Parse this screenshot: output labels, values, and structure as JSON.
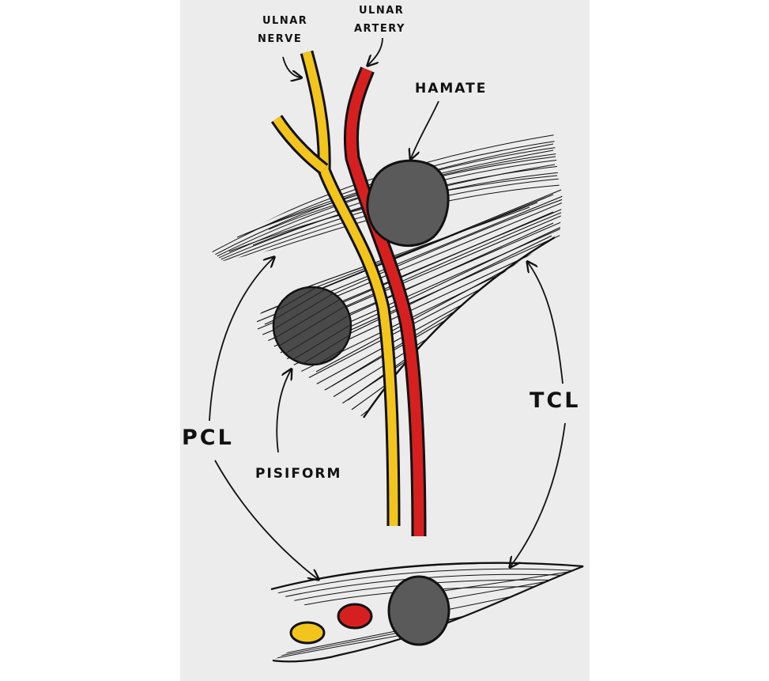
{
  "colors": {
    "background": "#ececec",
    "ink": "#111111",
    "nerve": "#f3c51c",
    "artery": "#d6201f",
    "bone": "#555555"
  },
  "labels": {
    "ulnar_nerve_line1": "ULNAR",
    "ulnar_nerve_line2": "NERVE",
    "ulnar_artery_line1": "ULNAR",
    "ulnar_artery_line2": "ARTERY",
    "hamate": "HAMATE",
    "pisiform": "PISIFORM",
    "pcl": "PCL",
    "tcl": "TCL"
  }
}
